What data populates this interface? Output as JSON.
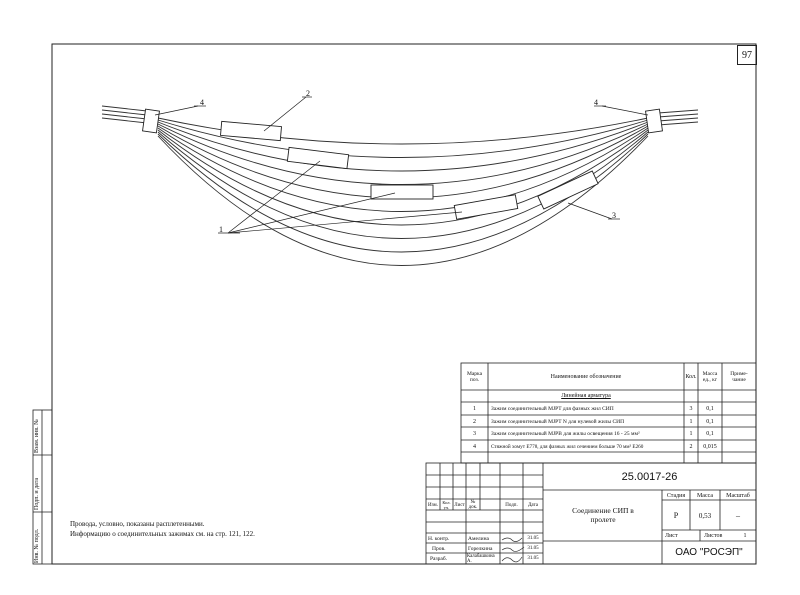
{
  "sheet": {
    "page_number": "97",
    "callouts": {
      "c1": "1",
      "c2": "2",
      "c3": "3",
      "c4a": "4",
      "c4b": "4"
    },
    "notes": [
      "Провода, условно, показаны расплетенными.",
      "Информацию о соединительных зажимах см. на стр. 121, 122."
    ],
    "side_stamp": [
      "Инв. № подл.",
      "Подп. и дата",
      "Взам. инв. №"
    ]
  },
  "spec": {
    "headers": {
      "mark": "Марка поз.",
      "name": "Наименование обозначение",
      "qty": "Кол.",
      "mass": "Масса ед., кг",
      "note": "Приме- чание"
    },
    "section": "Линейная арматура",
    "rows": [
      {
        "pos": "1",
        "name": "Зажим соединительный MJPT для фазных жил СИП",
        "qty": "3",
        "mass": "0,1",
        "note": ""
      },
      {
        "pos": "2",
        "name": "Зажим соединительный MJPT N для нулевой жилы СИП",
        "qty": "1",
        "mass": "0,1",
        "note": ""
      },
      {
        "pos": "3",
        "name": "Зажим соединительный MJPB для жилы освещения 16 - 25 мм²",
        "qty": "1",
        "mass": "0,1",
        "note": ""
      },
      {
        "pos": "4",
        "name": "Стяжной хомут E778, для фазных жил сечением больше 70 мм² E260",
        "qty": "2",
        "mass": "0,015",
        "note": ""
      }
    ]
  },
  "stamp": {
    "doc_number": "25.0017-26",
    "title": "Соединение СИП в пролете",
    "stage_label": "Стадия",
    "mass_label": "Масса",
    "scale_label": "Масштаб",
    "stage": "Р",
    "mass": "0,53",
    "scale": "–",
    "sheet_label": "Лист",
    "sheets_label": "Листов",
    "sheets": "1",
    "org": "ОАО \"РОСЭП\"",
    "col_headers": [
      "Изм.",
      "Кол. уч.",
      "Лист",
      "№ док.",
      "Подп.",
      "Дата"
    ],
    "people": [
      {
        "role": "Н. контр.",
        "name": "Амелина",
        "date": "31.05"
      },
      {
        "role": "Пров.",
        "name": "Горелкина",
        "date": "31.05"
      },
      {
        "role": "Разраб.",
        "name": "Калабашкина А.",
        "date": "31.05"
      }
    ]
  }
}
